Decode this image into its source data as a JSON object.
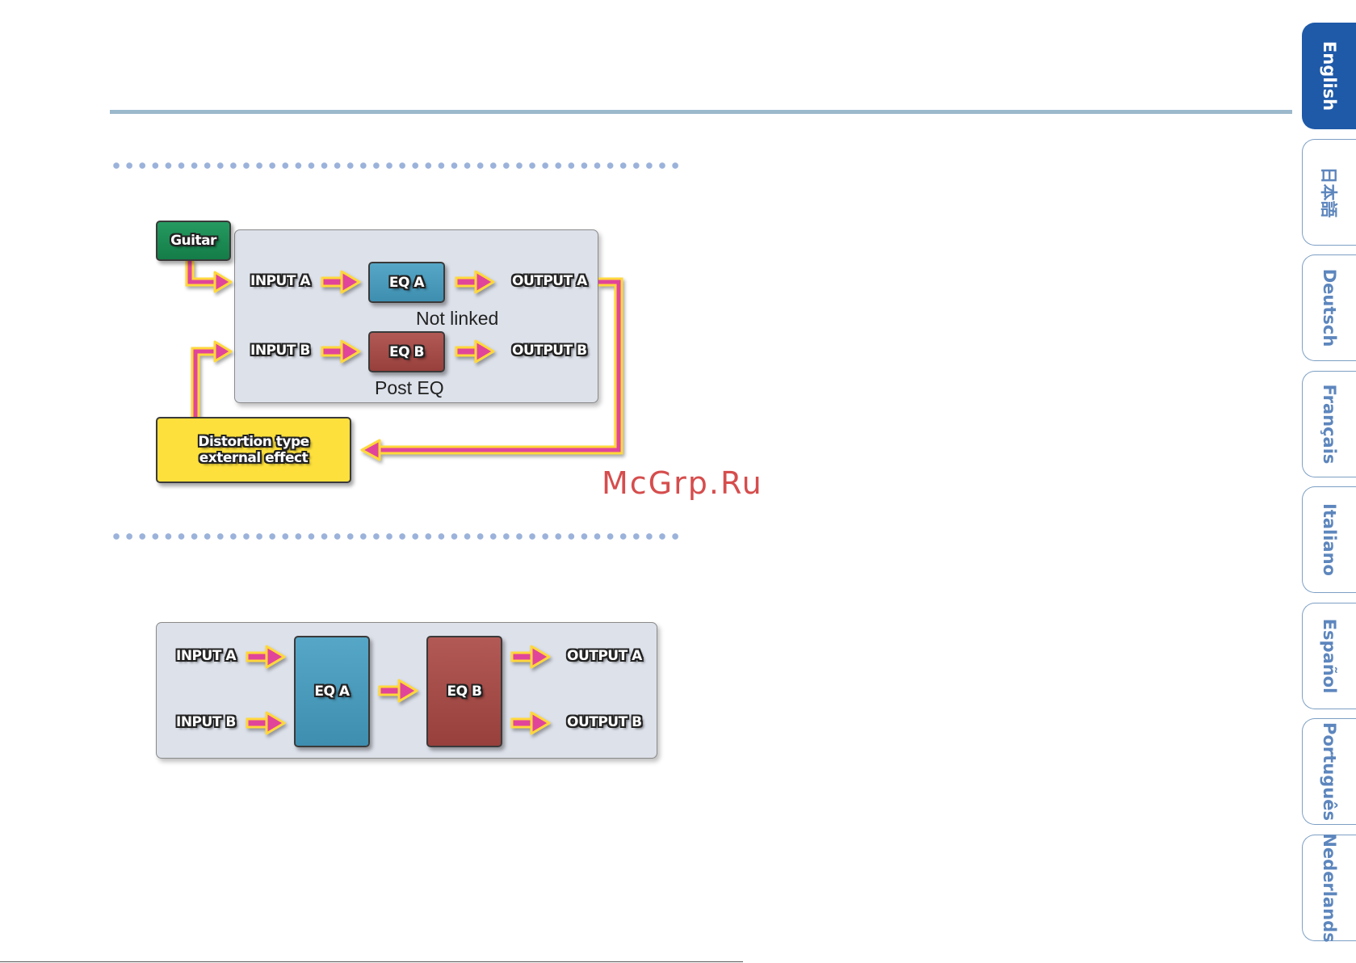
{
  "diagram1": {
    "guitar": "Guitar",
    "input_a": "INPUT A",
    "input_b": "INPUT B",
    "eq_a": "EQ A",
    "eq_b": "EQ B",
    "output_a": "OUTPUT A",
    "output_b": "OUTPUT B",
    "not_linked": "Not linked",
    "post_eq": "Post EQ",
    "external_line1": "Distortion type",
    "external_line2": "external effect"
  },
  "diagram2": {
    "input_a": "INPUT A",
    "input_b": "INPUT B",
    "eq_a": "EQ A",
    "eq_b": "EQ B",
    "output_a": "OUTPUT A",
    "output_b": "OUTPUT B"
  },
  "watermark": "McGrp.Ru",
  "languages": [
    "English",
    "日本語",
    "Deutsch",
    "Français",
    "Italiano",
    "Español",
    "Português",
    "Nederlands"
  ],
  "active_language": "English",
  "colors": {
    "arrow_fill": "#e0449a",
    "arrow_outline": "#ffd83a",
    "eq_a": "#4a9cbd",
    "eq_b": "#a34b47",
    "guitar": "#1a8a55",
    "external_effect": "#fde03c",
    "tab_active": "#1f5aa8",
    "tab_text": "#5d86bd"
  }
}
